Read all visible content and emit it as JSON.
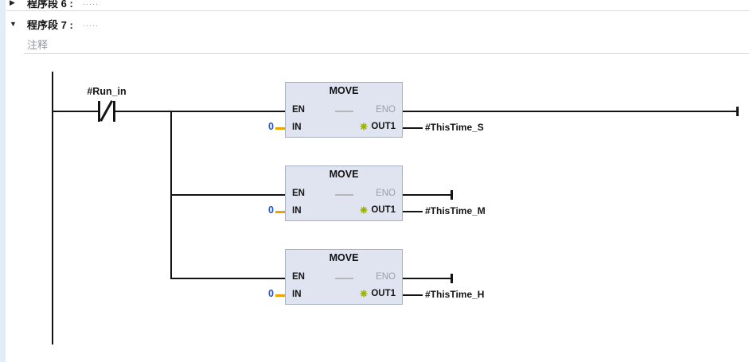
{
  "colors": {
    "block_fill": "#dfe4f0",
    "block_border": "#a7b0c0",
    "wire_black": "#141414",
    "wire_orange": "#eda400",
    "value_blue": "#2a52c9",
    "eno_gray": "#9aa0a8",
    "comment_gray": "#8f969e",
    "left_strip": "#e3edf8"
  },
  "networks": {
    "net6": {
      "arrow": "▶",
      "label": "程序段 6 :",
      "dots": "....."
    },
    "net7": {
      "arrow": "▼",
      "label": "程序段 7 :",
      "dots": "....."
    },
    "comment_label": "注释"
  },
  "rung": {
    "contact_label": "#Run_in",
    "blocks": [
      {
        "title": "MOVE",
        "en": "EN",
        "eno": "ENO",
        "in": "IN",
        "out1": "OUT1",
        "in_value": "0",
        "out_operand": "#ThisTime_S"
      },
      {
        "title": "MOVE",
        "en": "EN",
        "eno": "ENO",
        "in": "IN",
        "out1": "OUT1",
        "in_value": "0",
        "out_operand": "#ThisTime_M"
      },
      {
        "title": "MOVE",
        "en": "EN",
        "eno": "ENO",
        "in": "IN",
        "out1": "OUT1",
        "in_value": "0",
        "out_operand": "#ThisTime_H"
      }
    ]
  },
  "icons": {
    "net6_arrow": "collapsed-arrow",
    "net7_arrow": "expanded-arrow",
    "move_output_star": "insert-output-star"
  }
}
